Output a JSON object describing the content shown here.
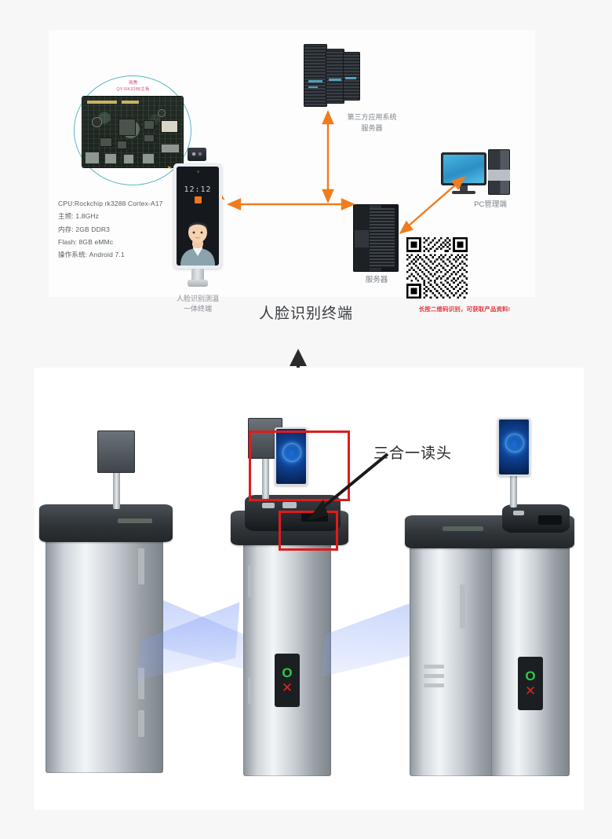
{
  "page": {
    "background_color": "#f7f7f8",
    "card_color": "#ffffff"
  },
  "diagram": {
    "callout": {
      "title_line1": "清腾",
      "title_line2": "QY-RK3288主板",
      "title_color": "#d4507a",
      "circle_color": "#5ab4c4",
      "board_name": "pcb-board"
    },
    "specs": [
      "CPU:Rockchip rk3288 Cortex-A17",
      "主频: 1.8GHz",
      "内存: 2GB DDR3",
      "Flash: 8GB eMMc",
      "操作系统: Android 7.1"
    ],
    "terminal": {
      "screen_time": "12:12",
      "label_line1": "人脸识别测温",
      "label_line2": "一体终端"
    },
    "nodes": [
      {
        "id": "blade-server",
        "label_line1": "第三方应用系统",
        "label_line2": "服务器"
      },
      {
        "id": "rack-server",
        "label": "服务器"
      },
      {
        "id": "pc-client",
        "label": "PC管理端"
      }
    ],
    "qr": {
      "note": "长按二维码识别，可获取产品资料!",
      "note_color": "#e03a3a"
    },
    "arrow_color": "#e8802a"
  },
  "middle": {
    "title": "人脸识别终端",
    "arrow_color": "#2b2b2b"
  },
  "gates": {
    "annotation": {
      "label": "三合一读头",
      "arrow_color": "#1a1a1a"
    },
    "highlight_color": "#e01b1b",
    "indicator": {
      "pass_symbol": "O",
      "pass_color": "#2ecc40",
      "stop_symbol": "✕",
      "stop_color": "#e02424"
    },
    "units": [
      {
        "id": "gate-left",
        "name": "speed-gate-left"
      },
      {
        "id": "gate-center",
        "name": "speed-gate-center"
      },
      {
        "id": "gate-right",
        "name": "speed-gate-right"
      }
    ]
  }
}
